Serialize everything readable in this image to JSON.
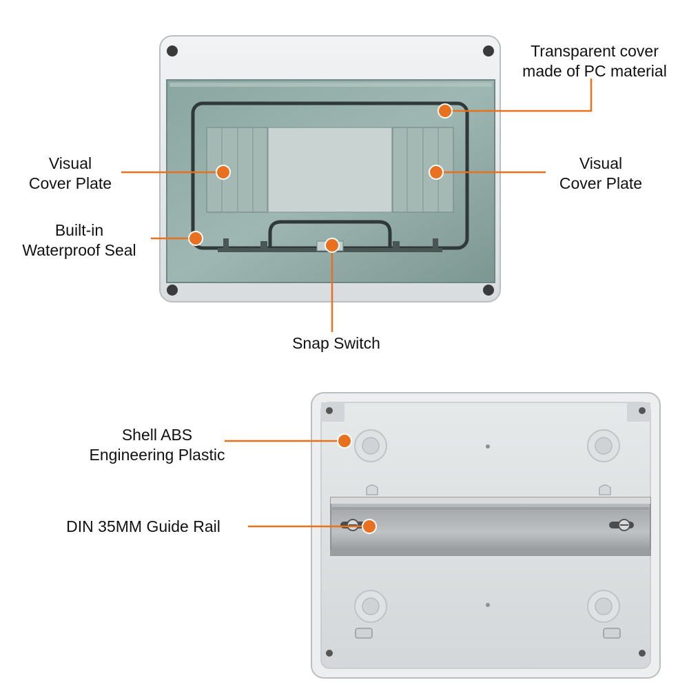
{
  "callouts": {
    "transparent_cover": {
      "line1": "Transparent cover",
      "line2": "made of PC material"
    },
    "visual_cover_left": {
      "line1": "Visual",
      "line2": "Cover Plate"
    },
    "visual_cover_right": {
      "line1": "Visual",
      "line2": "Cover Plate"
    },
    "waterproof_seal": {
      "line1": "Built-in",
      "line2": "Waterproof Seal"
    },
    "snap_switch": {
      "line1": "Snap Switch"
    },
    "shell_abs": {
      "line1": "Shell ABS",
      "line2": "Engineering Plastic"
    },
    "din_rail": {
      "line1": "DIN 35MM Guide Rail"
    }
  },
  "colors": {
    "accent": "#e8701f",
    "leader_line": "#e8701f",
    "enclosure_gray": "#e4e7e9",
    "cover_tint": "#7f9a96"
  }
}
